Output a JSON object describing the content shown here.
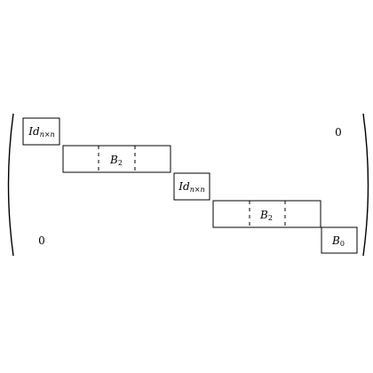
{
  "matrix": {
    "identity_block_1": {
      "base": "Id",
      "subscript": "n×n"
    },
    "b2_block_1": {
      "label": "B",
      "subscript": "2"
    },
    "identity_block_2": {
      "base": "Id",
      "subscript": "n×n"
    },
    "b2_block_2": {
      "label": "B",
      "subscript": "2"
    },
    "b0_block": {
      "label": "B",
      "subscript": "0"
    },
    "zero_upper_right": "0",
    "zero_lower_left": "0"
  }
}
